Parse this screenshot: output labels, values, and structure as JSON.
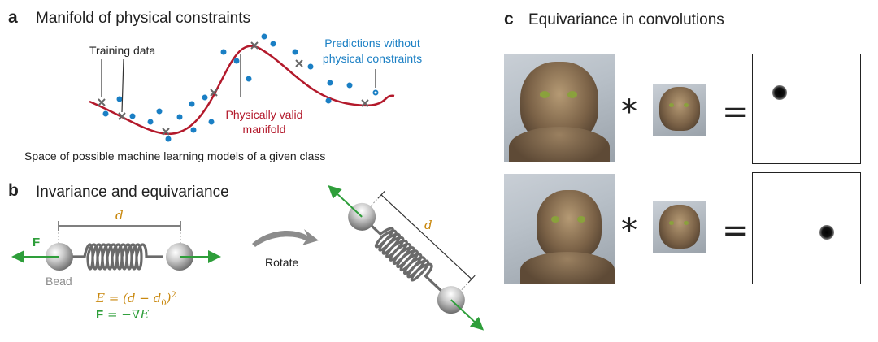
{
  "panel_a": {
    "letter": "a",
    "title": "Manifold of physical constraints",
    "training_label": "Training data",
    "predictions_label_line1": "Predictions without",
    "predictions_label_line2": "physical constraints",
    "manifold_label_line1": "Physically valid",
    "manifold_label_line2": "manifold",
    "caption": "Space of possible machine learning models of a given class"
  },
  "panel_b": {
    "letter": "b",
    "title": "Invariance and equivariance",
    "distance_symbol": "d",
    "force_symbol": "F",
    "bead_label": "Bead",
    "rotate_label": "Rotate",
    "energy_lhs": "E",
    "energy_rhs_open": " = (d − d",
    "energy_sub": "0",
    "energy_close": ")",
    "energy_power": "2",
    "force_lhs": "F",
    "force_rhs": " = −∇E"
  },
  "panel_c": {
    "letter": "c",
    "title": "Equivariance in convolutions",
    "conv_operator": "*",
    "equals_operator": "="
  },
  "colors": {
    "blue": "#1a7fc4",
    "red": "#b3192b",
    "gold": "#c8860a",
    "green": "#2e9e3a",
    "gray": "#8c8c8c"
  }
}
